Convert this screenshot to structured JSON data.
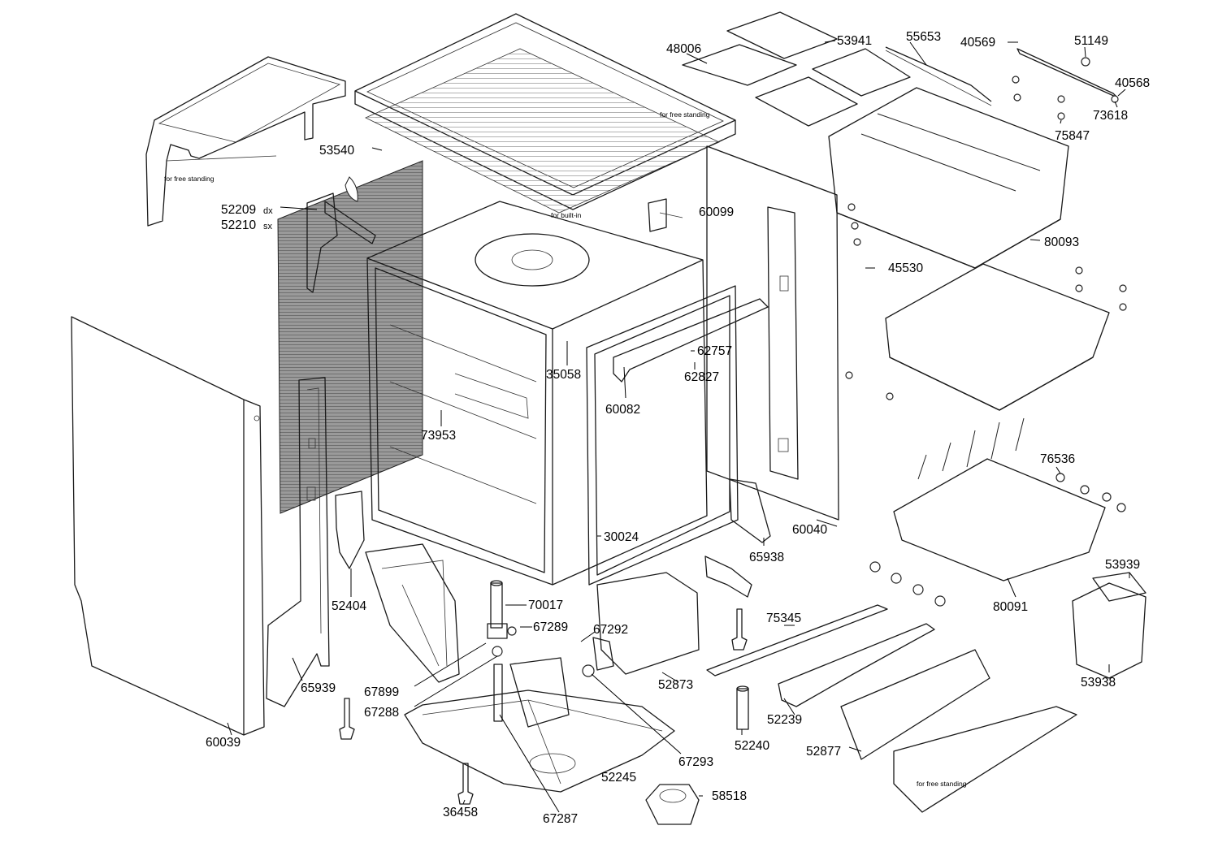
{
  "notes": {
    "for_free_standing": "for free standing",
    "for_built_in": "for built-in"
  },
  "suffixes": {
    "dx": "dx",
    "sx": "sx"
  },
  "parts": {
    "p48006": "48006",
    "p53941": "53941",
    "p55653": "55653",
    "p40569": "40569",
    "p51149": "51149",
    "p40568": "40568",
    "p73618": "73618",
    "p75847": "75847",
    "p53540": "53540",
    "p52209": "52209",
    "p52210": "52210",
    "p60099": "60099",
    "p80093": "80093",
    "p45530": "45530",
    "p62757": "62757",
    "p62827": "62827",
    "p35058": "35058",
    "p60082": "60082",
    "p73953": "73953",
    "p76536": "76536",
    "p30024": "30024",
    "p60040": "60040",
    "p65938": "65938",
    "p53939": "53939",
    "p80091": "80091",
    "p52404": "52404",
    "p70017": "70017",
    "p67289": "67289",
    "p67292": "67292",
    "p75345": "75345",
    "p53938": "53938",
    "p65939": "65939",
    "p67899": "67899",
    "p52873": "52873",
    "p67288": "67288",
    "p52239": "52239",
    "p60039": "60039",
    "p67293": "67293",
    "p52240": "52240",
    "p52877": "52877",
    "p52245": "52245",
    "p58518": "58518",
    "p36458": "36458",
    "p67287": "67287"
  }
}
